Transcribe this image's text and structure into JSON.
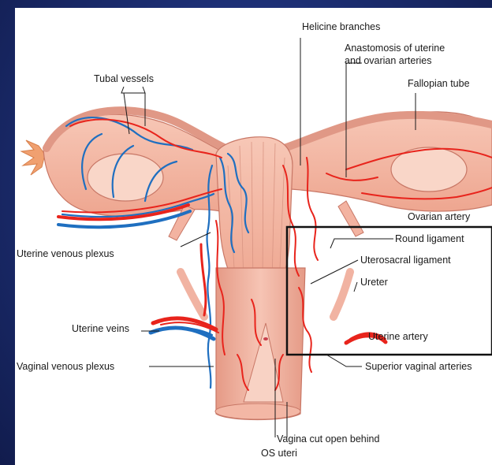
{
  "labels": {
    "helicine_branches": "Helicine branches",
    "anastomosis_line1": "Anastomosis of uterine",
    "anastomosis_line2": "and ovarian arteries",
    "tubal_vessels": "Tubal vessels",
    "fallopian_tube": "Fallopian tube",
    "ovarian_artery": "Ovarian artery",
    "round_ligament": "Round ligament",
    "uterine_venous_plexus": "Uterine venous plexus",
    "uterosacral_ligament": "Uterosacral ligament",
    "ureter": "Ureter",
    "uterine_veins": "Uterine veins",
    "uterine_artery": "Uterine artery",
    "vaginal_venous_plexus": "Vaginal venous plexus",
    "superior_vaginal_arteries": "Superior vaginal arteries",
    "vagina_cut_open": "Vagina cut open behind",
    "os_uteri": "OS uteri"
  },
  "colors": {
    "slide_background": "#1c2e72",
    "tissue": "#f4b9a6",
    "tissue_dark": "#e2907b",
    "artery": "#e8241c",
    "vein": "#1f6fc0"
  }
}
